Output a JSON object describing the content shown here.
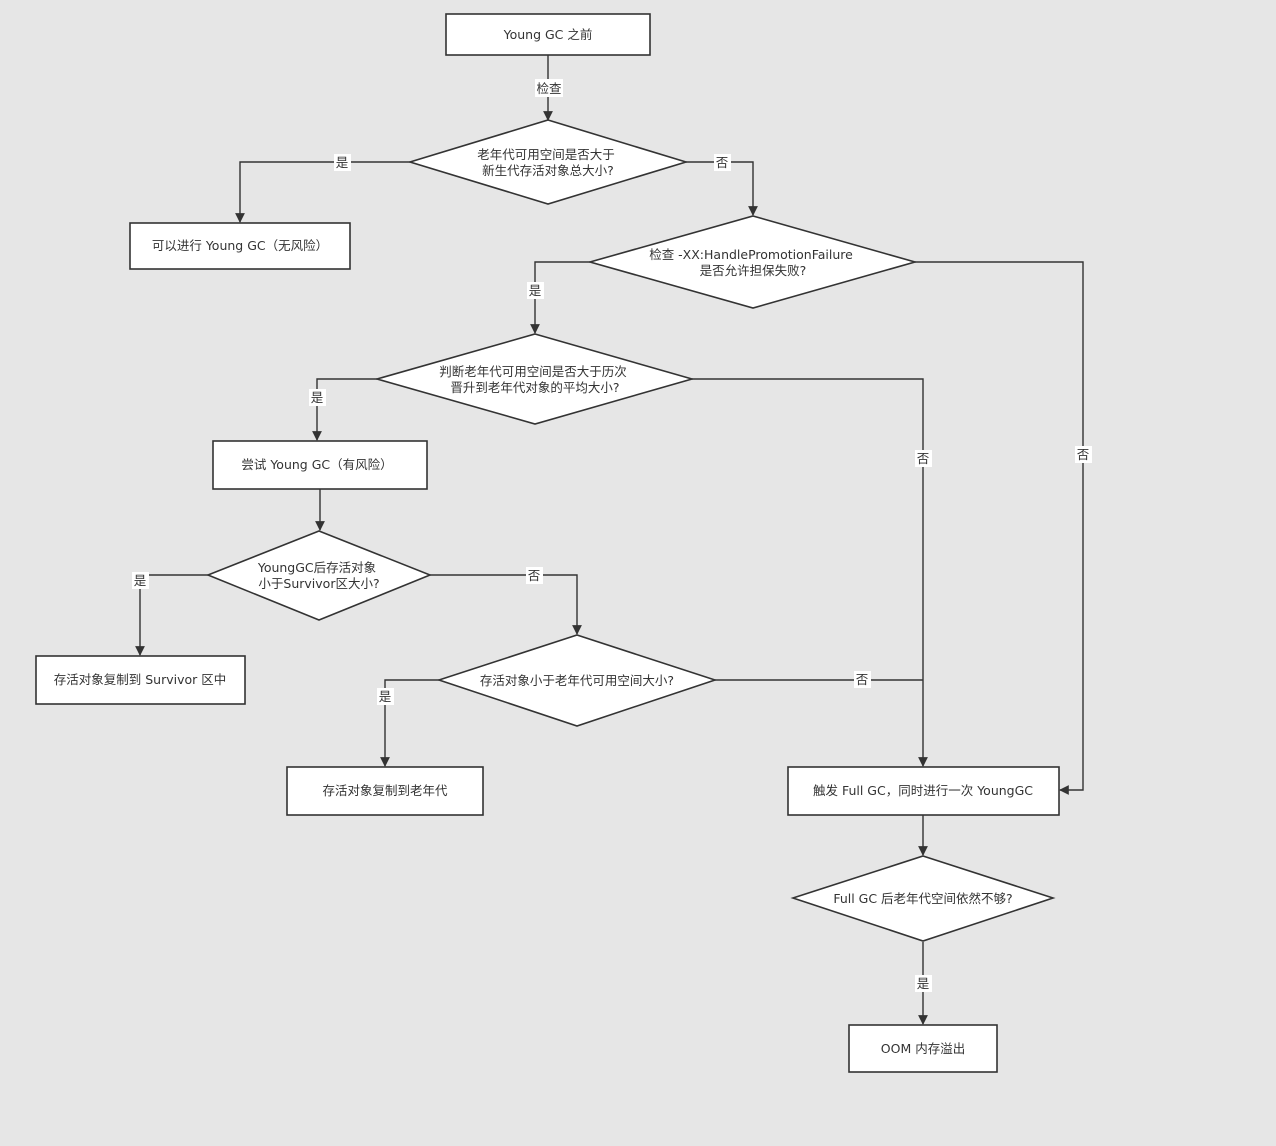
{
  "nodes": {
    "start": {
      "lines": [
        "Young GC 之前"
      ]
    },
    "d1": {
      "lines": [
        "老年代可用空间是否大于",
        "新生代存活对象总大小?"
      ]
    },
    "safe": {
      "lines": [
        "可以进行 Young GC（无风险）"
      ]
    },
    "d2": {
      "lines": [
        "检查 -XX:HandlePromotionFailure",
        "是否允许担保失败?"
      ]
    },
    "d3": {
      "lines": [
        "判断老年代可用空间是否大于历次",
        "晋升到老年代对象的平均大小?"
      ]
    },
    "try": {
      "lines": [
        "尝试 Young GC（有风险）"
      ]
    },
    "d4": {
      "lines": [
        "YoungGC后存活对象",
        "小于Survivor区大小?"
      ]
    },
    "copy_survivor": {
      "lines": [
        "存活对象复制到 Survivor 区中"
      ]
    },
    "d5": {
      "lines": [
        "存活对象小于老年代可用空间大小?"
      ]
    },
    "copy_old": {
      "lines": [
        "存活对象复制到老年代"
      ]
    },
    "fullgc": {
      "lines": [
        "触发 Full GC，同时进行一次 YoungGC"
      ]
    },
    "d6": {
      "lines": [
        "Full GC 后老年代空间依然不够?"
      ]
    },
    "oom": {
      "lines": [
        "OOM 内存溢出"
      ]
    }
  },
  "edges": {
    "start_d1": "检查",
    "d1_safe": "是",
    "d1_d2": "否",
    "d2_d3": "是",
    "d2_fullgc": "否",
    "d3_try": "是",
    "d3_fullgc": "否",
    "d4_copy_survivor": "是",
    "d4_d5": "否",
    "d5_copy_old": "是",
    "d5_fullgc": "否",
    "d6_oom": "是"
  }
}
